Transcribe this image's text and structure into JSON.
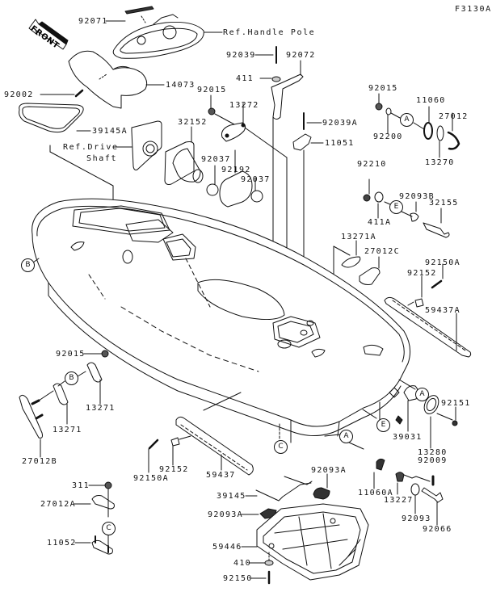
{
  "diagram": {
    "figure_code": "F3130A",
    "front_indicator": "FRONT",
    "references": {
      "handle_pole": "Ref.Handle Pole",
      "drive_shaft_line1": "Ref.Drive",
      "drive_shaft_line2": "Shaft"
    },
    "callouts": [
      "A",
      "B",
      "C",
      "E"
    ],
    "parts": [
      {
        "id": "p92071",
        "number": "92071"
      },
      {
        "id": "p92039",
        "number": "92039"
      },
      {
        "id": "p92072",
        "number": "92072"
      },
      {
        "id": "p411",
        "number": "411"
      },
      {
        "id": "p92002",
        "number": "92002"
      },
      {
        "id": "p14073",
        "number": "14073"
      },
      {
        "id": "p92015_top",
        "number": "92015"
      },
      {
        "id": "p13272",
        "number": "13272"
      },
      {
        "id": "p92039A",
        "number": "92039A"
      },
      {
        "id": "p11051",
        "number": "11051"
      },
      {
        "id": "p39145A",
        "number": "39145A"
      },
      {
        "id": "p32152",
        "number": "32152"
      },
      {
        "id": "p92037_a",
        "number": "92037"
      },
      {
        "id": "p92192",
        "number": "92192"
      },
      {
        "id": "p92037_b",
        "number": "92037"
      },
      {
        "id": "p92015_right",
        "number": "92015"
      },
      {
        "id": "p11060",
        "number": "11060"
      },
      {
        "id": "p27012",
        "number": "27012"
      },
      {
        "id": "p92200",
        "number": "92200"
      },
      {
        "id": "p13270",
        "number": "13270"
      },
      {
        "id": "p92210",
        "number": "92210"
      },
      {
        "id": "p92093B",
        "number": "92093B"
      },
      {
        "id": "p32155",
        "number": "32155"
      },
      {
        "id": "p411A",
        "number": "411A"
      },
      {
        "id": "p13271A",
        "number": "13271A"
      },
      {
        "id": "p27012C",
        "number": "27012C"
      },
      {
        "id": "p92150A_right",
        "number": "92150A"
      },
      {
        "id": "p92152_right",
        "number": "92152"
      },
      {
        "id": "p59437A",
        "number": "59437A"
      },
      {
        "id": "p92015_left",
        "number": "92015"
      },
      {
        "id": "p13271_a",
        "number": "13271"
      },
      {
        "id": "p13271_b",
        "number": "13271"
      },
      {
        "id": "p27012B",
        "number": "27012B"
      },
      {
        "id": "p92151",
        "number": "92151"
      },
      {
        "id": "p39031",
        "number": "39031"
      },
      {
        "id": "p13280",
        "number": "13280"
      },
      {
        "id": "p92009",
        "number": "92009"
      },
      {
        "id": "p11060A",
        "number": "11060A"
      },
      {
        "id": "p13227",
        "number": "13227"
      },
      {
        "id": "p92093",
        "number": "92093"
      },
      {
        "id": "p92066",
        "number": "92066"
      },
      {
        "id": "p92150A_left",
        "number": "92150A"
      },
      {
        "id": "p92152_left",
        "number": "92152"
      },
      {
        "id": "p59437",
        "number": "59437"
      },
      {
        "id": "p39145",
        "number": "39145"
      },
      {
        "id": "p92093A_right",
        "number": "92093A"
      },
      {
        "id": "p92093A_left",
        "number": "92093A"
      },
      {
        "id": "p59446",
        "number": "59446"
      },
      {
        "id": "p410",
        "number": "410"
      },
      {
        "id": "p92150",
        "number": "92150"
      },
      {
        "id": "p311",
        "number": "311"
      },
      {
        "id": "p27012A",
        "number": "27012A"
      },
      {
        "id": "p11052",
        "number": "11052"
      }
    ]
  }
}
